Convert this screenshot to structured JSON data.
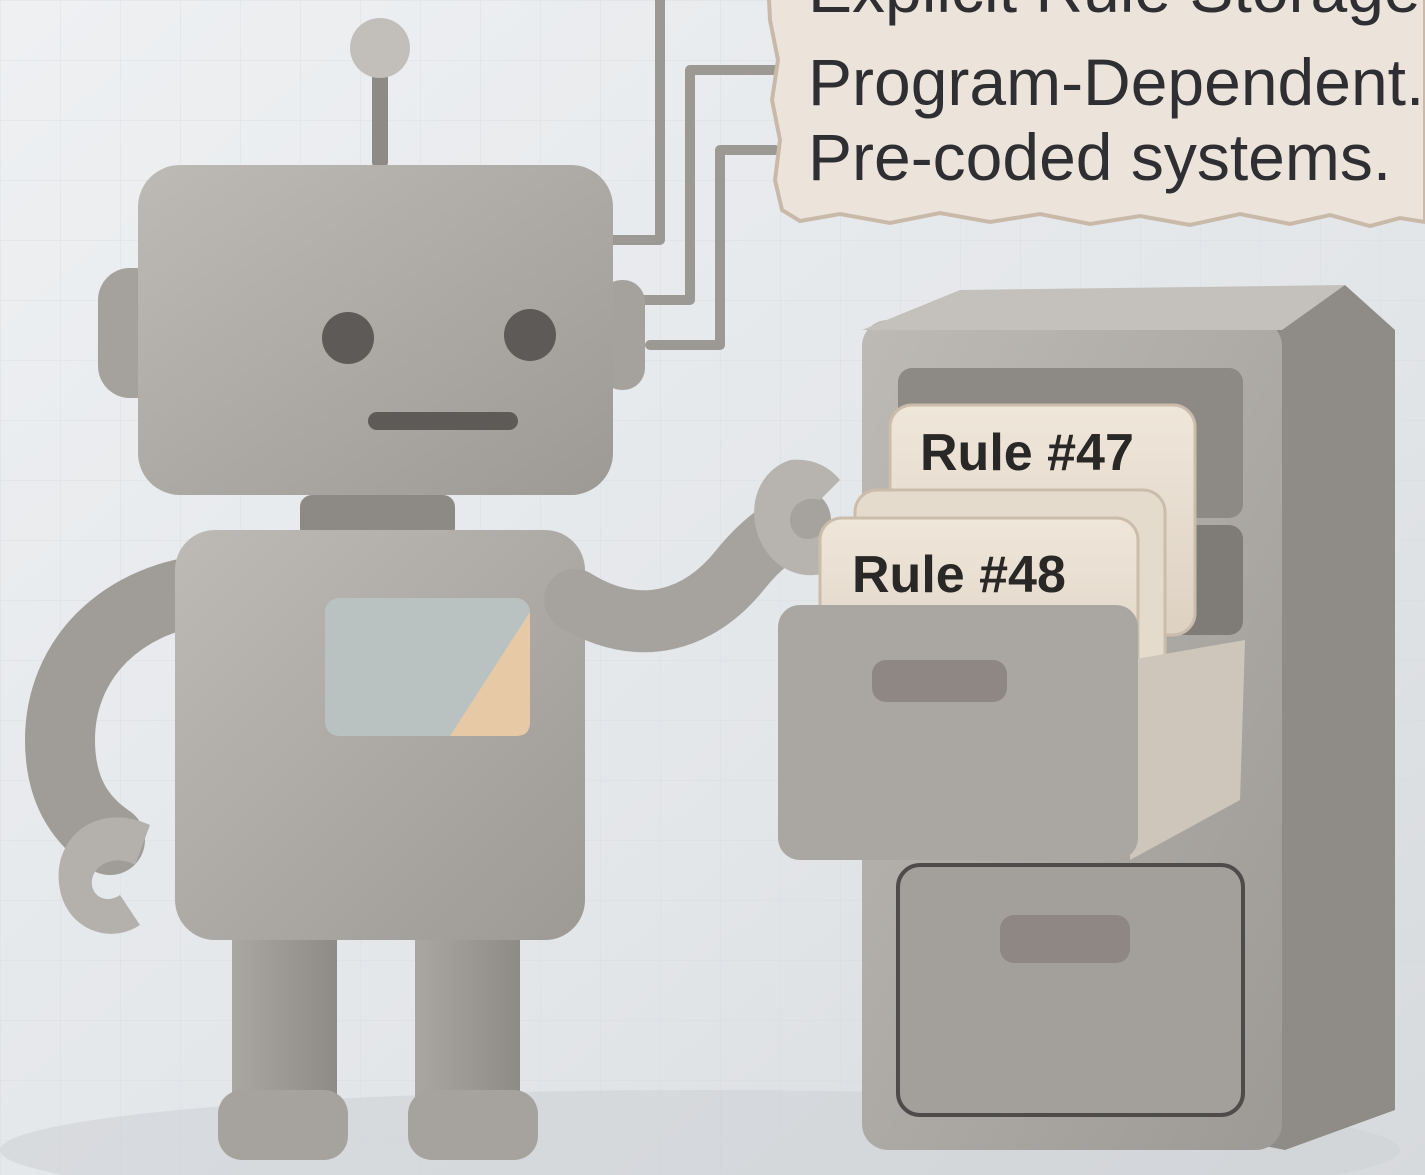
{
  "caption": {
    "lines": [
      "Explicit Rule Storage.",
      "Program-Dependent.",
      "Pre-coded systems."
    ]
  },
  "cards": {
    "front": "Rule #48",
    "back": "Rule #47"
  },
  "colors": {
    "clay": "#a9a6a2",
    "clay_dark": "#8f8c88",
    "card": "#e9dfd2",
    "note": "#ece3da",
    "chest_panel_blue": "#b9c2c1",
    "chest_panel_peach": "#e7c9a6",
    "eyes": "#5d5a57"
  }
}
